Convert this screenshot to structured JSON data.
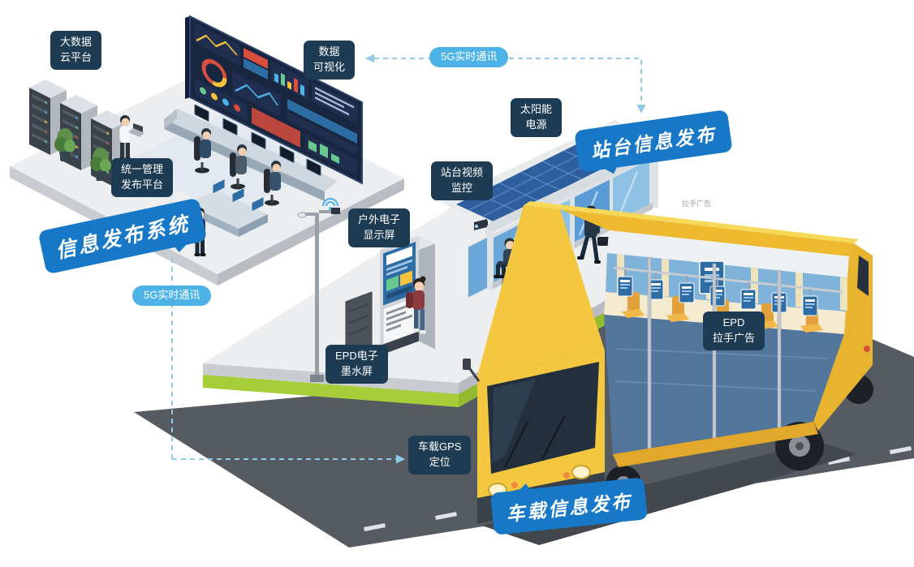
{
  "diagram": {
    "labels": {
      "big_data": "大数据\n云平台",
      "data_viz": "数据\n可视化",
      "unified": "统一管理\n发布平台",
      "solar": "太阳能\n电源",
      "cctv": "站台视频\n监控",
      "outdoor": "户外电子\n显示屏",
      "eink": "EPD电子\n墨水屏",
      "handle_ad": "EPD\n拉手广告",
      "gps": "车载GPS\n定位",
      "bus_roof_text": "拉手广告"
    },
    "pills": {
      "comm_top": "5G实时通讯",
      "comm_left": "5G实时通讯"
    },
    "banners": {
      "info_system": "信息发布系统",
      "station": "站台信息发布",
      "vehicle": "车载信息发布"
    },
    "colors": {
      "label_bg": "#1d3b52",
      "pill_bg": "#4db3e6",
      "banner_bg": "#1878c8",
      "connector": "#8fcae8",
      "bus_yellow": "#f3c73f",
      "road": "#565b62",
      "curb_green": "#a6ce39",
      "glass_blue": "#7fb3d9",
      "screen_blue": "#2e6da4"
    }
  }
}
